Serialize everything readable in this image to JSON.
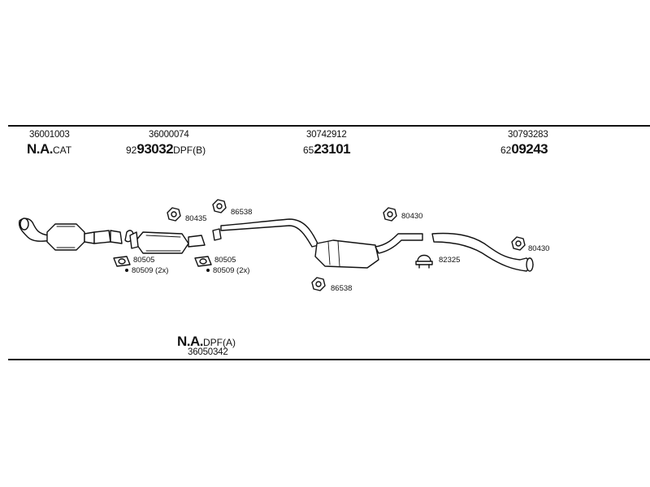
{
  "groups": [
    {
      "code": "36001003",
      "prefix": "",
      "number": "N.A.",
      "suffix": "CAT"
    },
    {
      "code": "36000074",
      "prefix": "92",
      "number": "93032",
      "suffix": "DPF(B)"
    },
    {
      "code": "30742912",
      "prefix": "65",
      "number": "23101",
      "suffix": ""
    },
    {
      "code": "30793283",
      "prefix": "62",
      "number": "09243",
      "suffix": ""
    }
  ],
  "bottom_group": {
    "number": "N.A.",
    "suffix": "DPF(A)",
    "code": "36050342"
  },
  "callouts": {
    "c80435": "80435",
    "c86538a": "86538",
    "c80430a": "80430",
    "c80430b": "80430",
    "c82325": "82325",
    "c86538b": "86538",
    "c80505a": "80505",
    "c80509a": "80509 (2x)",
    "c80505b": "80505",
    "c80509b": "80509 (2x)"
  }
}
